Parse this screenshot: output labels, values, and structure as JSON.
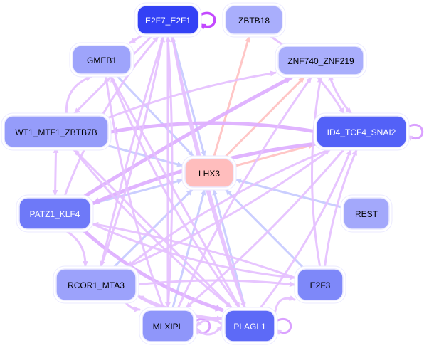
{
  "graph": {
    "title": "Transcription factor regulatory network",
    "colors": {
      "edge_tf_tf": "#e6c2ff",
      "edge_tf_tf_strong": "#d99cff",
      "edge_to_target": "#c8ccff",
      "edge_from_target": "#ffc4c4",
      "self_loop_strong": "#c040ff",
      "node_border": "#ebeaff"
    },
    "nodes": [
      {
        "id": "E2F7_E2F1",
        "label": "E2F7_E2F1",
        "fill": "#3341f5",
        "text_color": "#ffffff",
        "role": "regulator"
      },
      {
        "id": "ZBTB18",
        "label": "ZBTB18",
        "fill": "#a9aefc",
        "text_color": "#000000",
        "role": "regulator"
      },
      {
        "id": "GMEB1",
        "label": "GMEB1",
        "fill": "#9ea4fb",
        "text_color": "#000000",
        "role": "regulator"
      },
      {
        "id": "ZNF740_ZNF219",
        "label": "ZNF740_ZNF219",
        "fill": "#a9aefc",
        "text_color": "#000000",
        "role": "regulator"
      },
      {
        "id": "WT1_MTF1_ZBTB7B",
        "label": "WT1_MTF1_ZBTB7B",
        "fill": "#959cfa",
        "text_color": "#000000",
        "role": "regulator"
      },
      {
        "id": "ID4_TCF4_SNAI2",
        "label": "ID4_TCF4_SNAI2",
        "fill": "#5361f7",
        "text_color": "#ffffff",
        "role": "regulator"
      },
      {
        "id": "LHX3",
        "label": "LHX3",
        "fill": "#ffbdbd",
        "text_color": "#000000",
        "role": "target"
      },
      {
        "id": "PATZ1_KLF4",
        "label": "PATZ1_KLF4",
        "fill": "#6e79f8",
        "text_color": "#ffffff",
        "role": "regulator"
      },
      {
        "id": "REST",
        "label": "REST",
        "fill": "#a3a8fb",
        "text_color": "#000000",
        "role": "regulator"
      },
      {
        "id": "RCOR1_MTA3",
        "label": "RCOR1_MTA3",
        "fill": "#9ca2fb",
        "text_color": "#000000",
        "role": "regulator"
      },
      {
        "id": "E2F3",
        "label": "E2F3",
        "fill": "#7e88f9",
        "text_color": "#000000",
        "role": "regulator"
      },
      {
        "id": "MLXIPL",
        "label": "MLXIPL",
        "fill": "#8f96fa",
        "text_color": "#000000",
        "role": "regulator"
      },
      {
        "id": "PLAGL1",
        "label": "PLAGL1",
        "fill": "#5d6af7",
        "text_color": "#ffffff",
        "role": "regulator"
      }
    ],
    "edges": [
      {
        "source": "E2F7_E2F1",
        "target": "E2F7_E2F1",
        "type": "self_strong"
      },
      {
        "source": "ID4_TCF4_SNAI2",
        "target": "ID4_TCF4_SNAI2",
        "type": "self"
      },
      {
        "source": "MLXIPL",
        "target": "MLXIPL",
        "type": "self"
      },
      {
        "source": "PLAGL1",
        "target": "PLAGL1",
        "type": "self"
      },
      {
        "source": "E2F7_E2F1",
        "target": "LHX3",
        "type": "to_target"
      },
      {
        "source": "GMEB1",
        "target": "LHX3",
        "type": "to_target"
      },
      {
        "source": "WT1_MTF1_ZBTB7B",
        "target": "LHX3",
        "type": "to_target"
      },
      {
        "source": "PATZ1_KLF4",
        "target": "LHX3",
        "type": "to_target"
      },
      {
        "source": "REST",
        "target": "LHX3",
        "type": "to_target"
      },
      {
        "source": "RCOR1_MTA3",
        "target": "LHX3",
        "type": "to_target"
      },
      {
        "source": "MLXIPL",
        "target": "LHX3",
        "type": "to_target"
      },
      {
        "source": "PLAGL1",
        "target": "LHX3",
        "type": "to_target"
      },
      {
        "source": "E2F3",
        "target": "LHX3",
        "type": "to_target"
      },
      {
        "source": "LHX3",
        "target": "ZBTB18",
        "type": "from_target"
      },
      {
        "source": "LHX3",
        "target": "ZNF740_ZNF219",
        "type": "from_target"
      },
      {
        "source": "LHX3",
        "target": "ID4_TCF4_SNAI2",
        "type": "from_target"
      },
      {
        "source": "ZBTB18",
        "target": "ID4_TCF4_SNAI2",
        "type": "tf"
      },
      {
        "source": "ZNF740_ZNF219",
        "target": "ID4_TCF4_SNAI2",
        "type": "tf_bi"
      },
      {
        "source": "ID4_TCF4_SNAI2",
        "target": "WT1_MTF1_ZBTB7B",
        "type": "tf_strong"
      },
      {
        "source": "E2F7_E2F1",
        "target": "WT1_MTF1_ZBTB7B",
        "type": "tf"
      },
      {
        "source": "E2F7_E2F1",
        "target": "GMEB1",
        "type": "tf"
      },
      {
        "source": "WT1_MTF1_ZBTB7B",
        "target": "GMEB1",
        "type": "tf"
      },
      {
        "source": "WT1_MTF1_ZBTB7B",
        "target": "PATZ1_KLF4",
        "type": "tf_bi"
      },
      {
        "source": "WT1_MTF1_ZBTB7B",
        "target": "ZNF740_ZNF219",
        "type": "tf"
      },
      {
        "source": "PATZ1_KLF4",
        "target": "ZNF740_ZNF219",
        "type": "tf_strong"
      },
      {
        "source": "PATZ1_KLF4",
        "target": "E2F7_E2F1",
        "type": "tf"
      },
      {
        "source": "PATZ1_KLF4",
        "target": "RCOR1_MTA3",
        "type": "tf"
      },
      {
        "source": "PATZ1_KLF4",
        "target": "PLAGL1",
        "type": "tf_strong"
      },
      {
        "source": "PATZ1_KLF4",
        "target": "E2F3",
        "type": "tf"
      },
      {
        "source": "ID4_TCF4_SNAI2",
        "target": "PATZ1_KLF4",
        "type": "tf_strong"
      },
      {
        "source": "RCOR1_MTA3",
        "target": "E2F7_E2F1",
        "type": "tf"
      },
      {
        "source": "RCOR1_MTA3",
        "target": "ID4_TCF4_SNAI2",
        "type": "tf"
      },
      {
        "source": "RCOR1_MTA3",
        "target": "E2F3",
        "type": "tf"
      },
      {
        "source": "MLXIPL",
        "target": "E2F7_E2F1",
        "type": "tf"
      },
      {
        "source": "MLXIPL",
        "target": "ZNF740_ZNF219",
        "type": "tf"
      },
      {
        "source": "MLXIPL",
        "target": "GMEB1",
        "type": "tf"
      },
      {
        "source": "MLXIPL",
        "target": "PLAGL1",
        "type": "tf"
      },
      {
        "source": "PLAGL1",
        "target": "MLXIPL",
        "type": "tf"
      },
      {
        "source": "PLAGL1",
        "target": "RCOR1_MTA3",
        "type": "tf"
      },
      {
        "source": "PLAGL1",
        "target": "E2F3",
        "type": "tf"
      },
      {
        "source": "PLAGL1",
        "target": "E2F7_E2F1",
        "type": "tf"
      },
      {
        "source": "PLAGL1",
        "target": "ID4_TCF4_SNAI2",
        "type": "tf"
      },
      {
        "source": "PLAGL1",
        "target": "WT1_MTF1_ZBTB7B",
        "type": "tf"
      },
      {
        "source": "PLAGL1",
        "target": "GMEB1",
        "type": "tf"
      },
      {
        "source": "E2F3",
        "target": "ID4_TCF4_SNAI2",
        "type": "tf"
      },
      {
        "source": "E2F3",
        "target": "ZNF740_ZNF219",
        "type": "tf"
      },
      {
        "source": "E2F3",
        "target": "PATZ1_KLF4",
        "type": "tf"
      },
      {
        "source": "E2F7_E2F1",
        "target": "PLAGL1",
        "type": "tf"
      },
      {
        "source": "E2F7_E2F1",
        "target": "MLXIPL",
        "type": "tf"
      },
      {
        "source": "E2F7_E2F1",
        "target": "RCOR1_MTA3",
        "type": "tf"
      },
      {
        "source": "ID4_TCF4_SNAI2",
        "target": "MLXIPL",
        "type": "tf"
      },
      {
        "source": "ID4_TCF4_SNAI2",
        "target": "RCOR1_MTA3",
        "type": "tf"
      },
      {
        "source": "WT1_MTF1_ZBTB7B",
        "target": "PLAGL1",
        "type": "tf"
      },
      {
        "source": "GMEB1",
        "target": "PLAGL1",
        "type": "tf"
      },
      {
        "source": "RCOR1_MTA3",
        "target": "MLXIPL",
        "type": "tf"
      },
      {
        "source": "RCOR1_MTA3",
        "target": "PLAGL1",
        "type": "tf"
      }
    ]
  }
}
